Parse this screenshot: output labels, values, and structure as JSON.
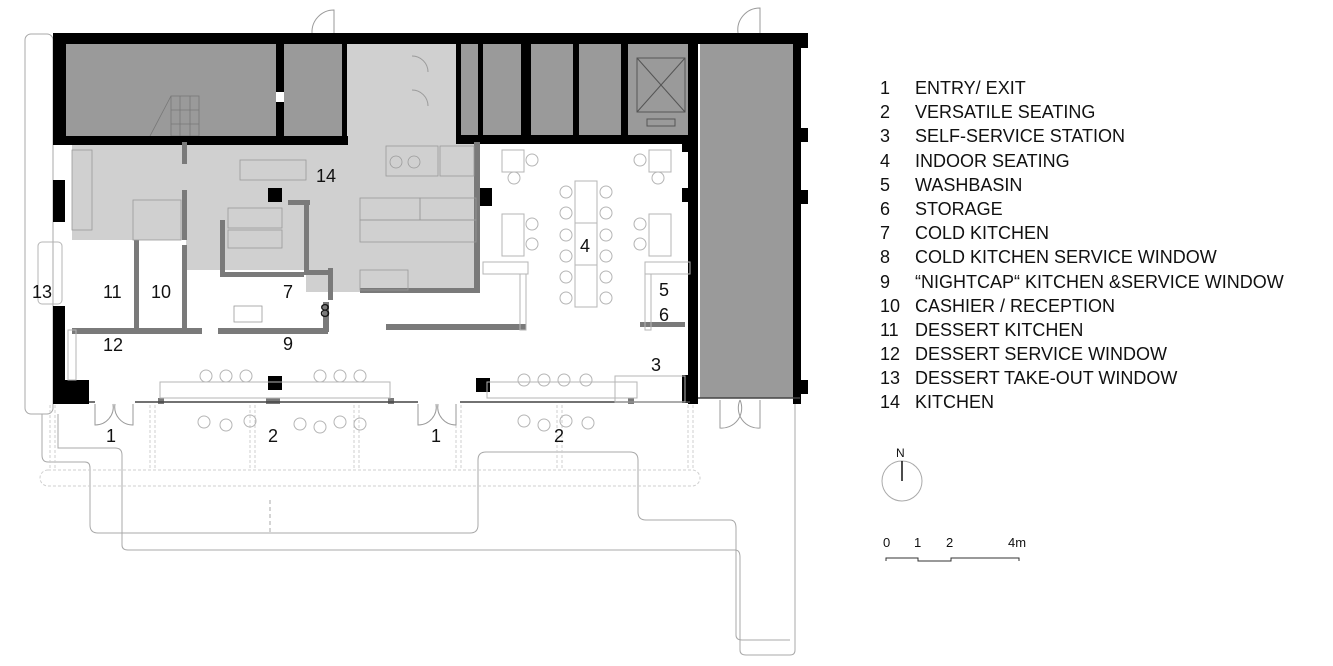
{
  "legend": {
    "items": [
      {
        "num": "1",
        "label": "ENTRY/ EXIT"
      },
      {
        "num": "2",
        "label": "VERSATILE SEATING"
      },
      {
        "num": "3",
        "label": "SELF-SERVICE STATION"
      },
      {
        "num": "4",
        "label": "INDOOR SEATING"
      },
      {
        "num": "5",
        "label": "WASHBASIN"
      },
      {
        "num": "6",
        "label": "STORAGE"
      },
      {
        "num": "7",
        "label": "COLD KITCHEN"
      },
      {
        "num": "8",
        "label": "COLD KITCHEN SERVICE WINDOW"
      },
      {
        "num": "9",
        "label": "“NIGHTCAP“ KITCHEN &SERVICE WINDOW"
      },
      {
        "num": "10",
        "label": "CASHIER / RECEPTION"
      },
      {
        "num": "11",
        "label": "DESSERT KITCHEN"
      },
      {
        "num": "12",
        "label": "DESSERT SERVICE WINDOW"
      },
      {
        "num": "13",
        "label": "DESSERT TAKE-OUT WINDOW"
      },
      {
        "num": "14",
        "label": "KITCHEN"
      }
    ]
  },
  "plan_labels": {
    "entry_1a": "1",
    "entry_1b": "1",
    "seating_2a": "2",
    "seating_2b": "2",
    "self_service": "3",
    "indoor_seating": "4",
    "washbasin": "5",
    "storage": "6",
    "cold_kitchen": "7",
    "cold_window": "8",
    "nightcap": "9",
    "cashier": "10",
    "dessert_kitchen": "11",
    "dessert_window": "12",
    "takeout_window": "13",
    "kitchen": "14"
  },
  "compass": {
    "north_label": "N"
  },
  "scale": {
    "ticks": [
      "0",
      "1",
      "2",
      "4m"
    ]
  },
  "colors": {
    "wall": "#000000",
    "service_dark": "#9a9a9a",
    "kitchen_light": "#d0d0d0",
    "partition": "#7a7a7a",
    "outline": "#bdbdbd"
  }
}
